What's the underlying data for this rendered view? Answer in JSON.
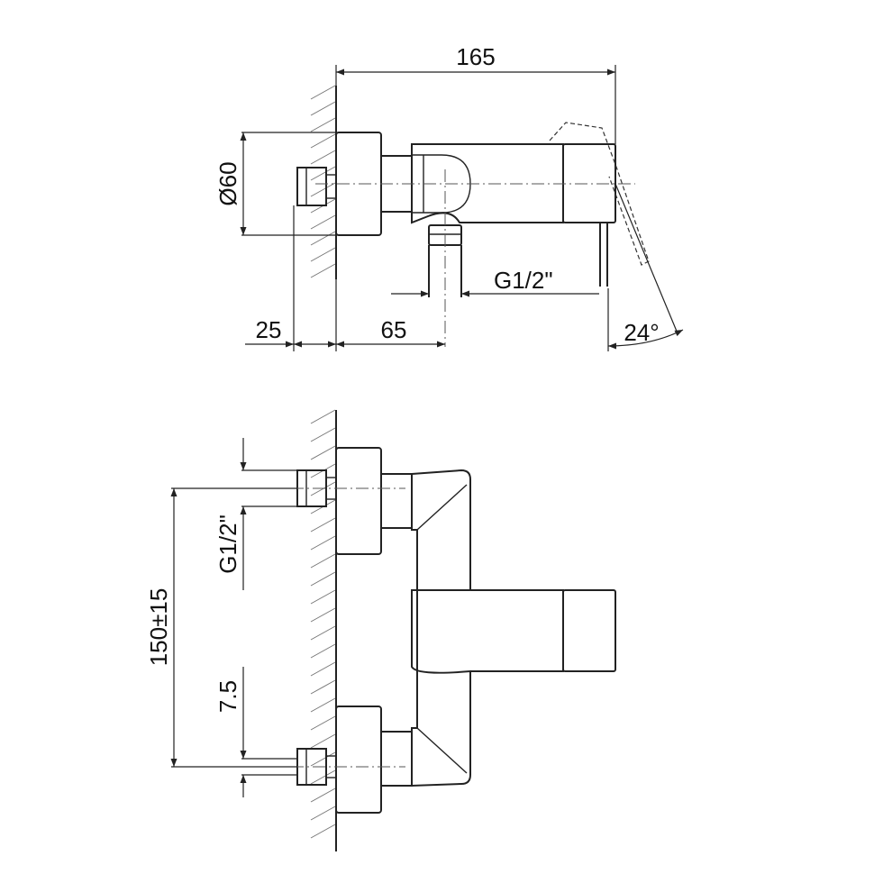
{
  "views": {
    "side": {
      "dim_overall_length": "165",
      "dim_diameter": "Ø60",
      "dim_wall_offset": "25",
      "dim_outlet_offset": "65",
      "dim_thread": "G1/2\"",
      "dim_lever_angle": "24°"
    },
    "front": {
      "dim_centers": "150±15",
      "dim_thread": "G1/2\"",
      "dim_adjust": "7.5"
    }
  },
  "colors": {
    "line": "#222222",
    "hatch": "#777777"
  }
}
